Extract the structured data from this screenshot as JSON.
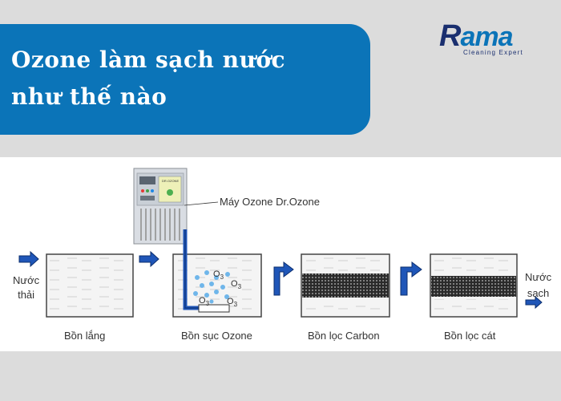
{
  "header": {
    "title_line1": "Ozone làm sạch nước",
    "title_line2": "như thế nào",
    "banner_color": "#0b74b8"
  },
  "logo": {
    "initial": "R",
    "rest": "ama",
    "tagline": "Cleaning Expert"
  },
  "diagram": {
    "machine_label": "Máy Ozone Dr.Ozone",
    "machine_brand": "DR.OZONE",
    "inlet_label_1": "Nước",
    "inlet_label_2": "thải",
    "outlet_label_1": "Nước",
    "outlet_label_2": "sạch",
    "ozone_symbol": "O",
    "ozone_subscript": "3",
    "tanks": [
      {
        "label": "Bồn lắng"
      },
      {
        "label": "Bồn sục Ozone"
      },
      {
        "label": "Bồn lọc Carbon"
      },
      {
        "label": "Bồn lọc cát"
      }
    ],
    "arrow_color": "#1f56b8",
    "bubble_color": "#6fb6ea"
  }
}
